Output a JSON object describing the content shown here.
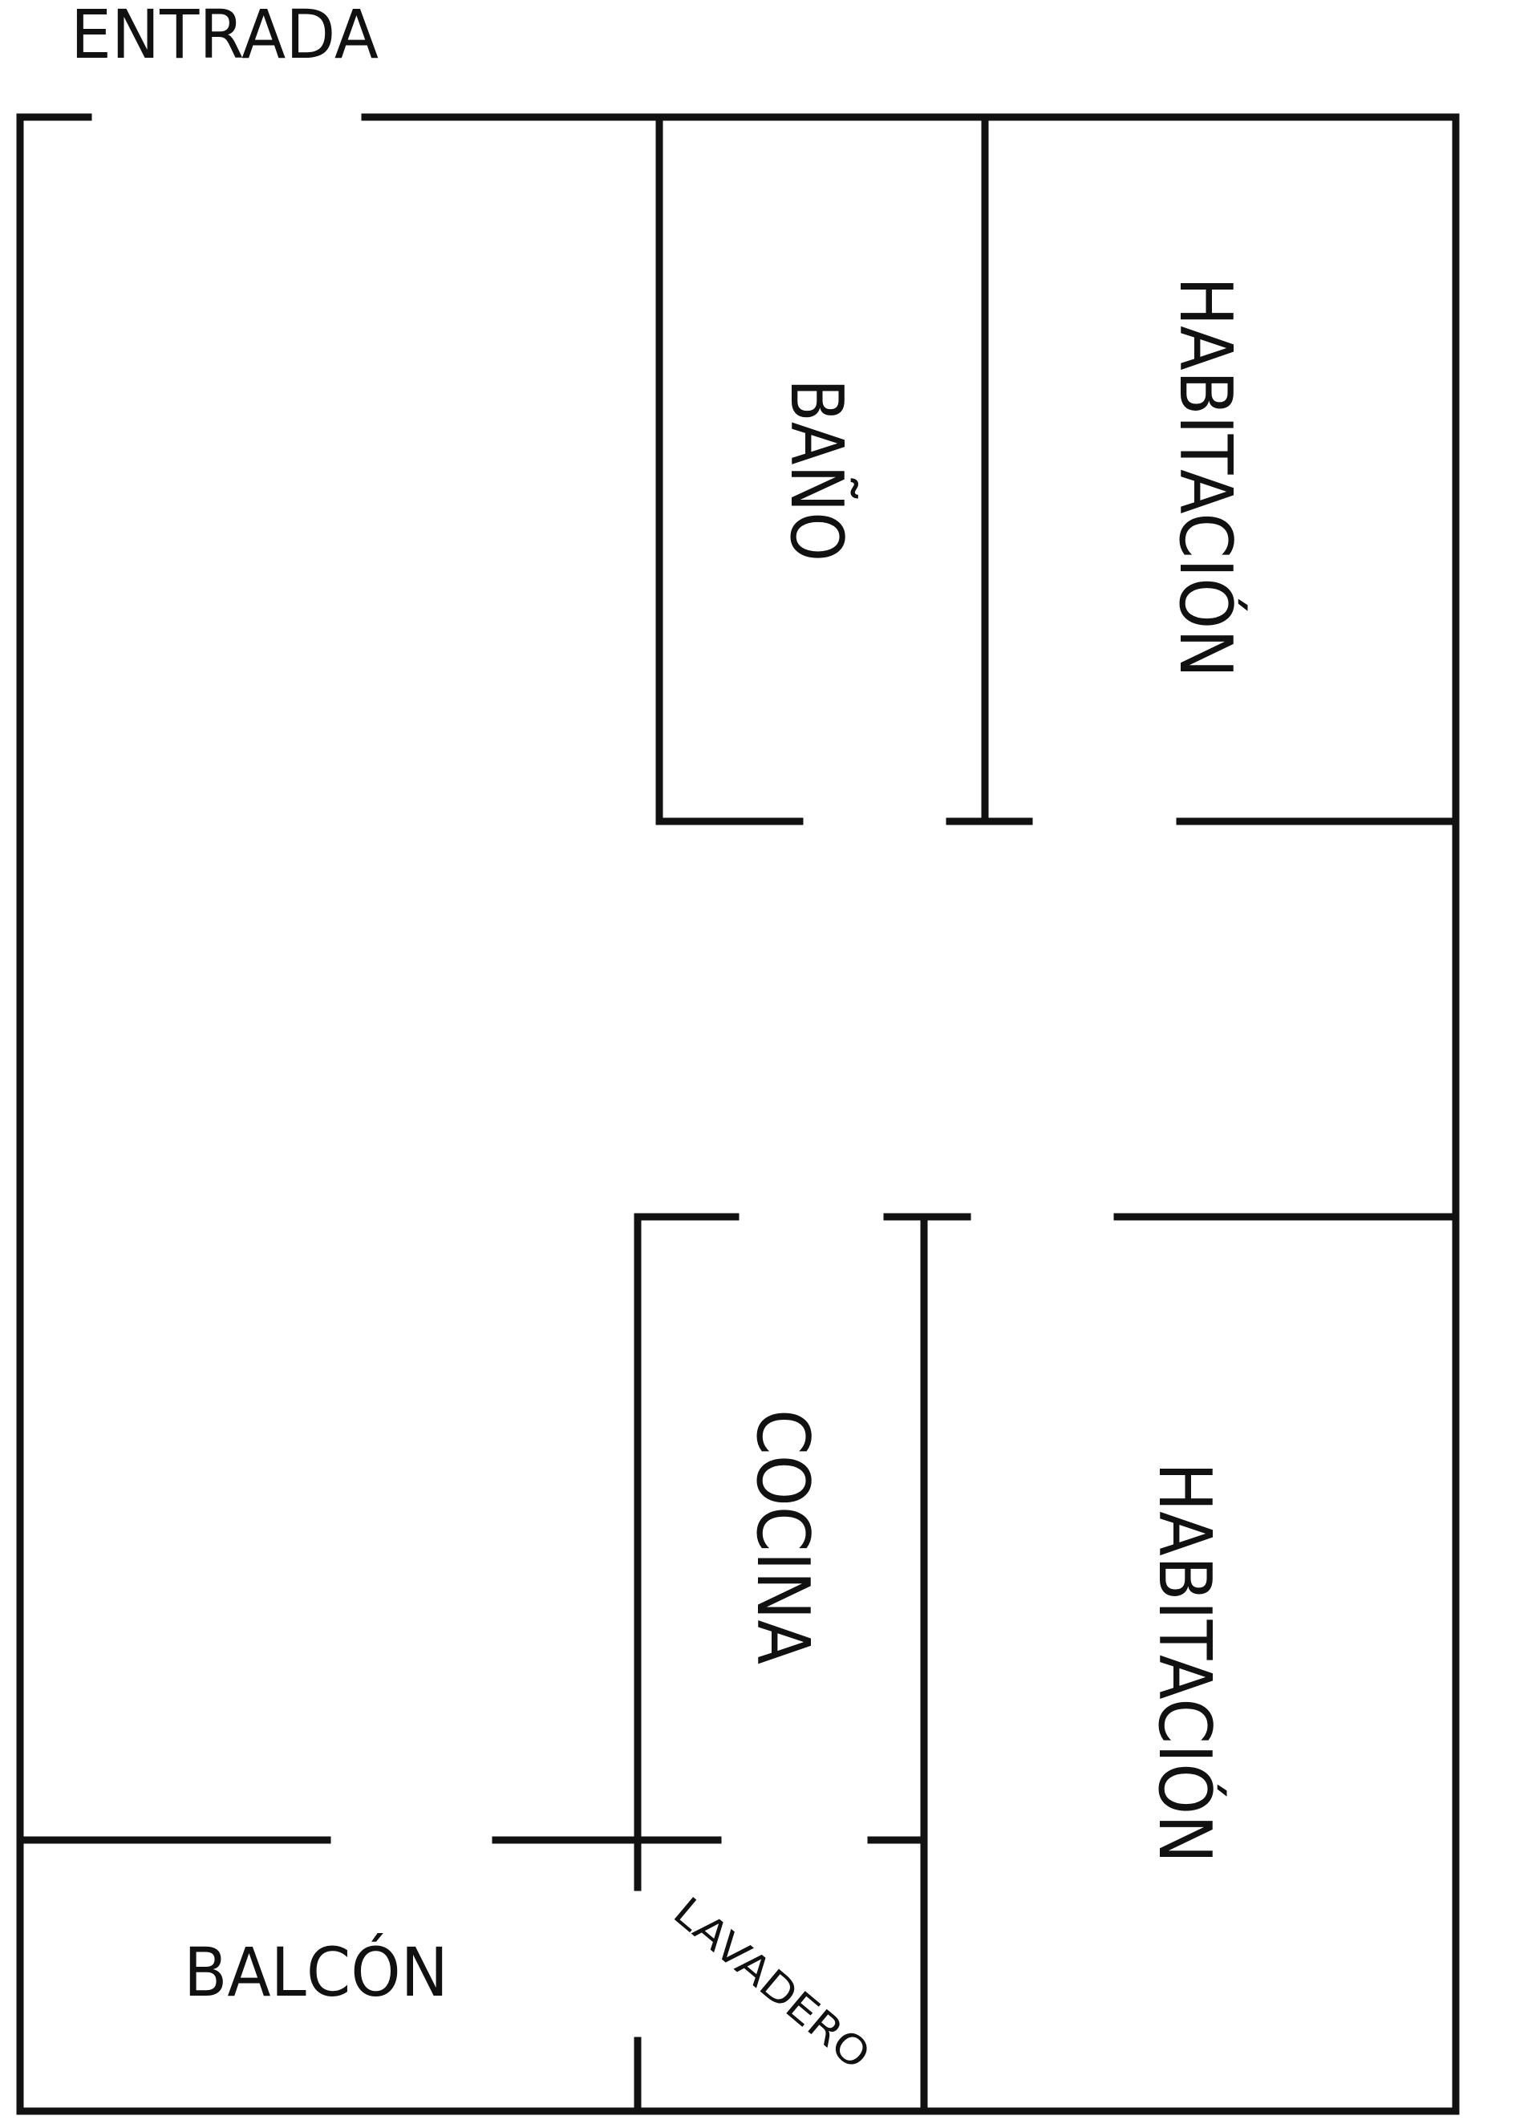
{
  "title": "Floor plan",
  "labels": {
    "entrance": "ENTRADA",
    "bathroom": "BAÑO",
    "bedroom_top": "HABITACIÓN",
    "kitchen": "COCINA",
    "bedroom_bottom": "HABITACIÓN",
    "balcony": "BALCÓN",
    "laundry": "LAVADERO"
  },
  "colors": {
    "wall": "#111111",
    "background": "#ffffff"
  }
}
